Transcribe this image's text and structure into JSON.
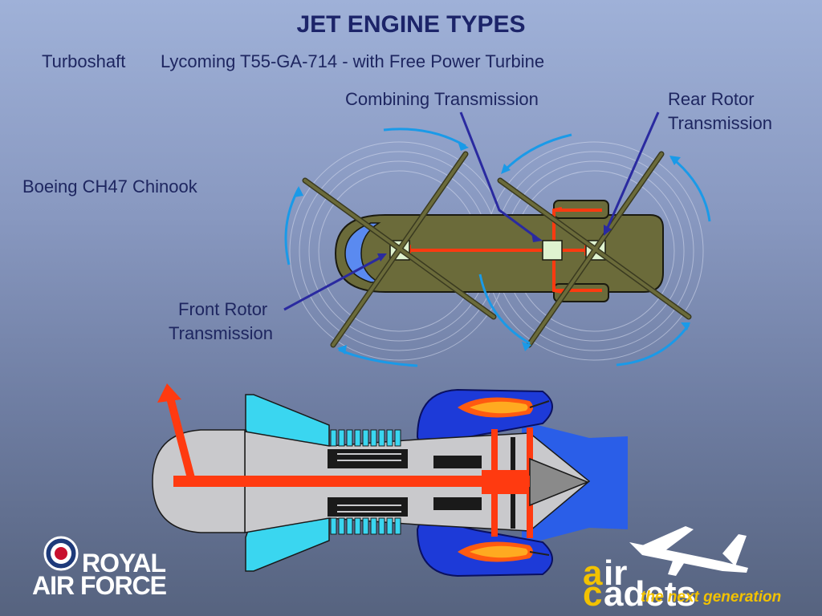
{
  "title": "JET ENGINE TYPES",
  "engine_type": "Turboshaft",
  "engine_model": "Lycoming T55-GA-714 - with Free Power Turbine",
  "aircraft": "Boeing CH47 Chinook",
  "labels": {
    "combining": "Combining Transmission",
    "rear_line1": "Rear Rotor",
    "rear_line2": "Transmission",
    "front_line1": "Front Rotor",
    "front_line2": "Transmission"
  },
  "logos": {
    "raf_line1": "ROYAL",
    "raf_line2": "AIR FORCE",
    "cadets_a": "a",
    "cadets_ir": "ir",
    "cadets_c": "c",
    "cadets_adets": "adets",
    "cadets_tagline": "the next generation"
  },
  "colors": {
    "fuselage": "#6b6b3a",
    "rotor_arc": "#1a9ae8",
    "shaft": "#ff3a10",
    "leader": "#2a2aa0",
    "title": "#1c2469"
  }
}
